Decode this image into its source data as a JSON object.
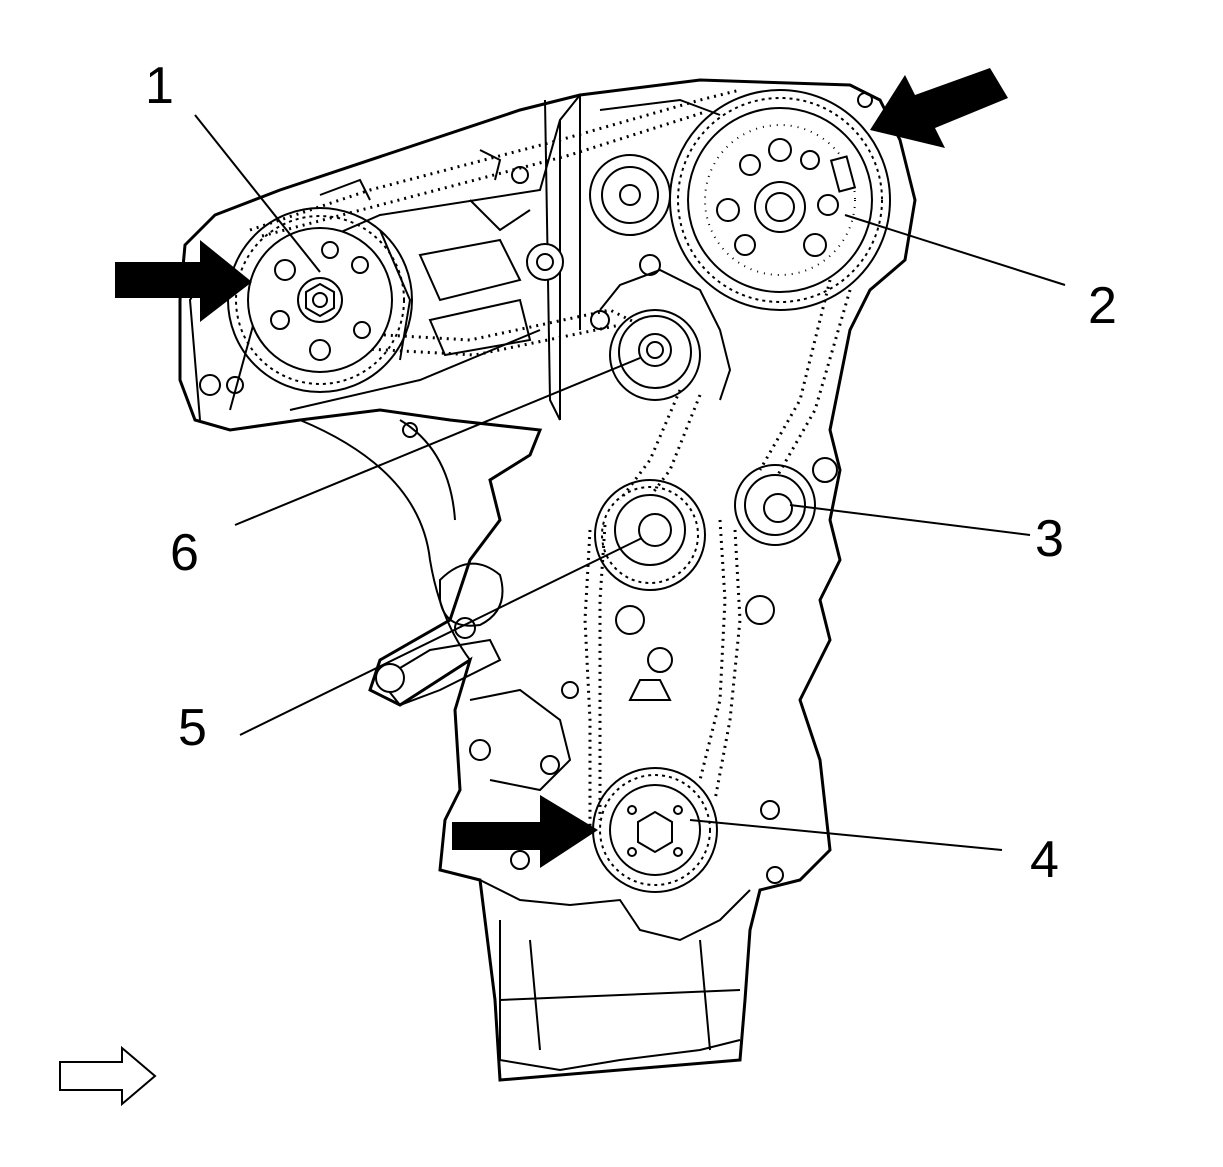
{
  "callouts": [
    {
      "id": "1",
      "label": "1"
    },
    {
      "id": "2",
      "label": "2"
    },
    {
      "id": "3",
      "label": "3"
    },
    {
      "id": "4",
      "label": "4"
    },
    {
      "id": "5",
      "label": "5"
    },
    {
      "id": "6",
      "label": "6"
    }
  ],
  "colors": {
    "line": "#000000",
    "background": "#ffffff"
  },
  "icons": [
    "solid-arrow-icon",
    "solid-arrow-icon",
    "solid-arrow-icon",
    "outline-arrow-icon"
  ]
}
